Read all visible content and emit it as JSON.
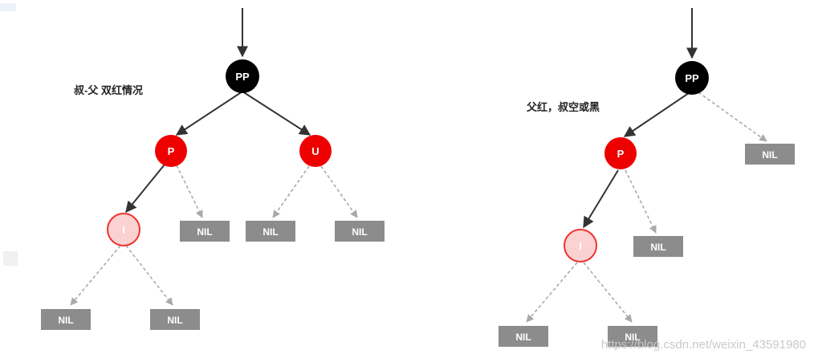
{
  "left_diagram": {
    "caption": "叔-父 双红情况",
    "nodes": {
      "pp": "PP",
      "p": "P",
      "u": "U",
      "i": "I",
      "nil_p": "NIL",
      "nil_u_left": "NIL",
      "nil_u_right": "NIL",
      "nil_i_left": "NIL",
      "nil_i_right": "NIL"
    }
  },
  "right_diagram": {
    "caption": "父红，叔空或黑",
    "nodes": {
      "pp": "PP",
      "p": "P",
      "i": "I",
      "nil_pp": "NIL",
      "nil_p": "NIL",
      "nil_i_left": "NIL",
      "nil_i_right": "NIL"
    }
  },
  "watermark": "https://blog.csdn.net/weixin_43591980",
  "colors": {
    "black_node": "#000000",
    "red_node": "#ee0000",
    "light_red_node": "#fbd2d2",
    "nil_box": "#8c8c8c"
  }
}
